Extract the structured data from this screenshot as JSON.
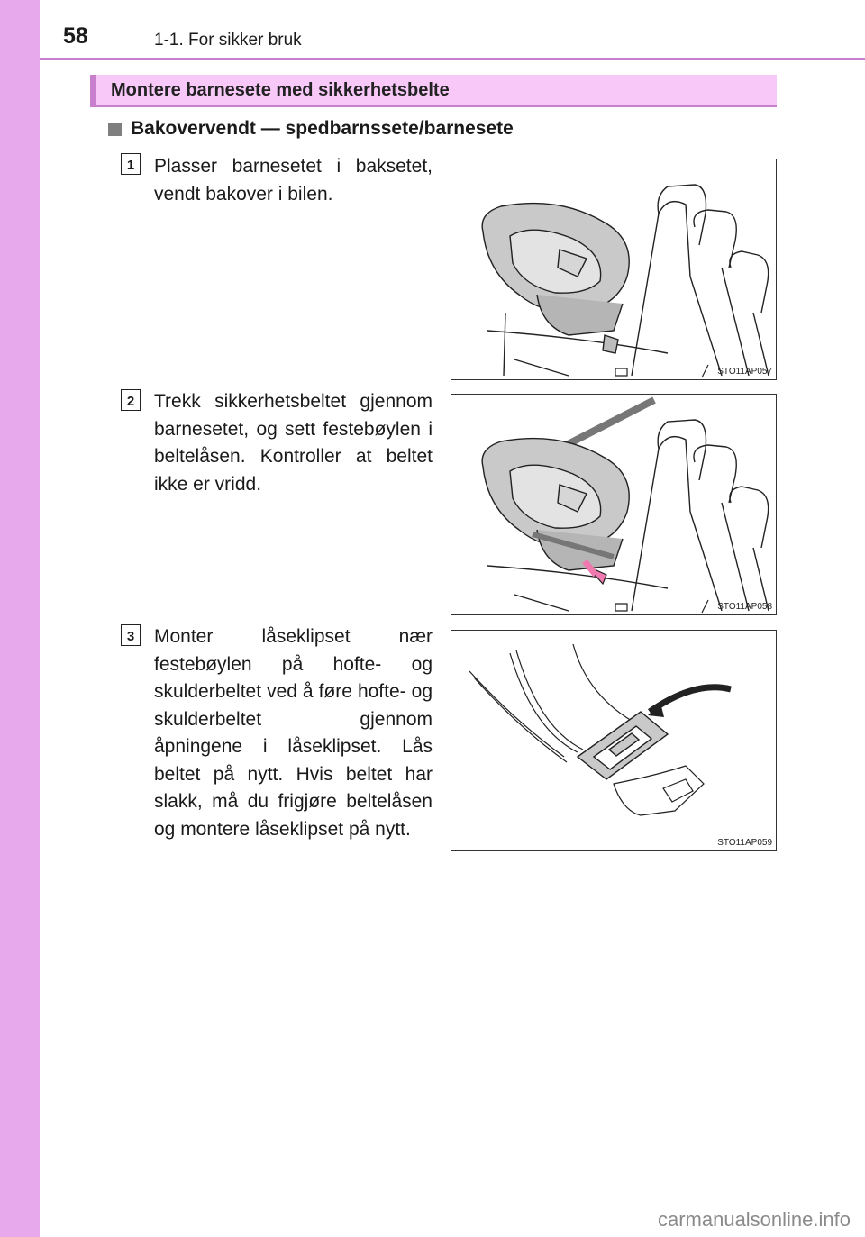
{
  "header": {
    "page_number": "58",
    "chapter": "1-1. For sikker bruk"
  },
  "section": {
    "title": "Montere barnesete med sikkerhetsbelte"
  },
  "subheading": "Bakovervendt — spedbarnssete/barnesete",
  "steps": [
    {
      "number": "1",
      "text": "Plasser barnesetet i baksetet, vendt bakover i bilen.",
      "figure_code": "STO11AP057"
    },
    {
      "number": "2",
      "text": "Trekk sikkerhetsbeltet gjennom barnesetet, og sett festebøylen i beltelåsen. Kontroller at beltet ikke er vridd.",
      "figure_code": "STO11AP058"
    },
    {
      "number": "3",
      "text": "Monter låseklipset nær festebøylen på hofte- og skulderbeltet ved å føre hofte- og skulderbeltet gjennom åpningene i låseklipset. Lås beltet på nytt. Hvis beltet har slakk, må du frigjøre beltelåsen og montere låseklipset på nytt.",
      "figure_code": "STO11AP059"
    }
  ],
  "watermark": "carmanualsonline.info",
  "colors": {
    "sidebar": "#e8a8ec",
    "accent": "#c77fce",
    "section_bg": "#f7c8f8",
    "seat_gray": "#c9c9c9",
    "arrow_pink": "#f07ab0"
  }
}
